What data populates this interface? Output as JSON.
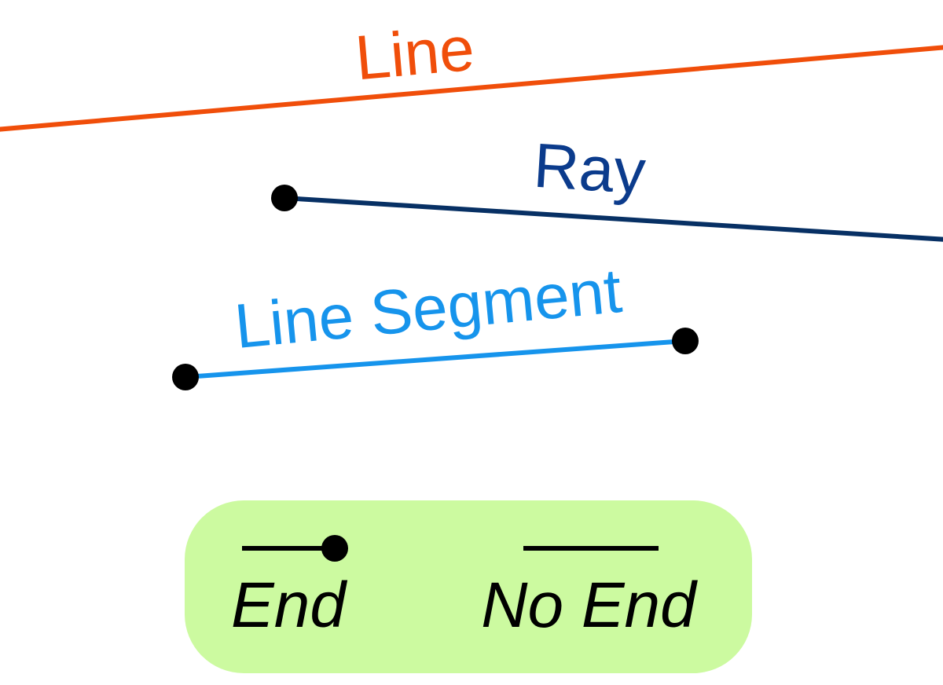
{
  "labels": {
    "line": "Line",
    "ray": "Ray",
    "segment": "Line Segment"
  },
  "legend": {
    "end_label": "End",
    "no_end_label": "No End"
  },
  "colors": {
    "line": "#f04e0a",
    "ray": "#0b3b8c",
    "ray_stroke": "#073064",
    "segment": "#1694ec",
    "endpoint": "#000000",
    "legend_background": "#ccfaa0",
    "legend_text": "#000000"
  },
  "icons": {
    "endpoint": "filled-circle",
    "legend_end": "line-with-endpoint-icon",
    "legend_no_end": "plain-line-icon"
  }
}
